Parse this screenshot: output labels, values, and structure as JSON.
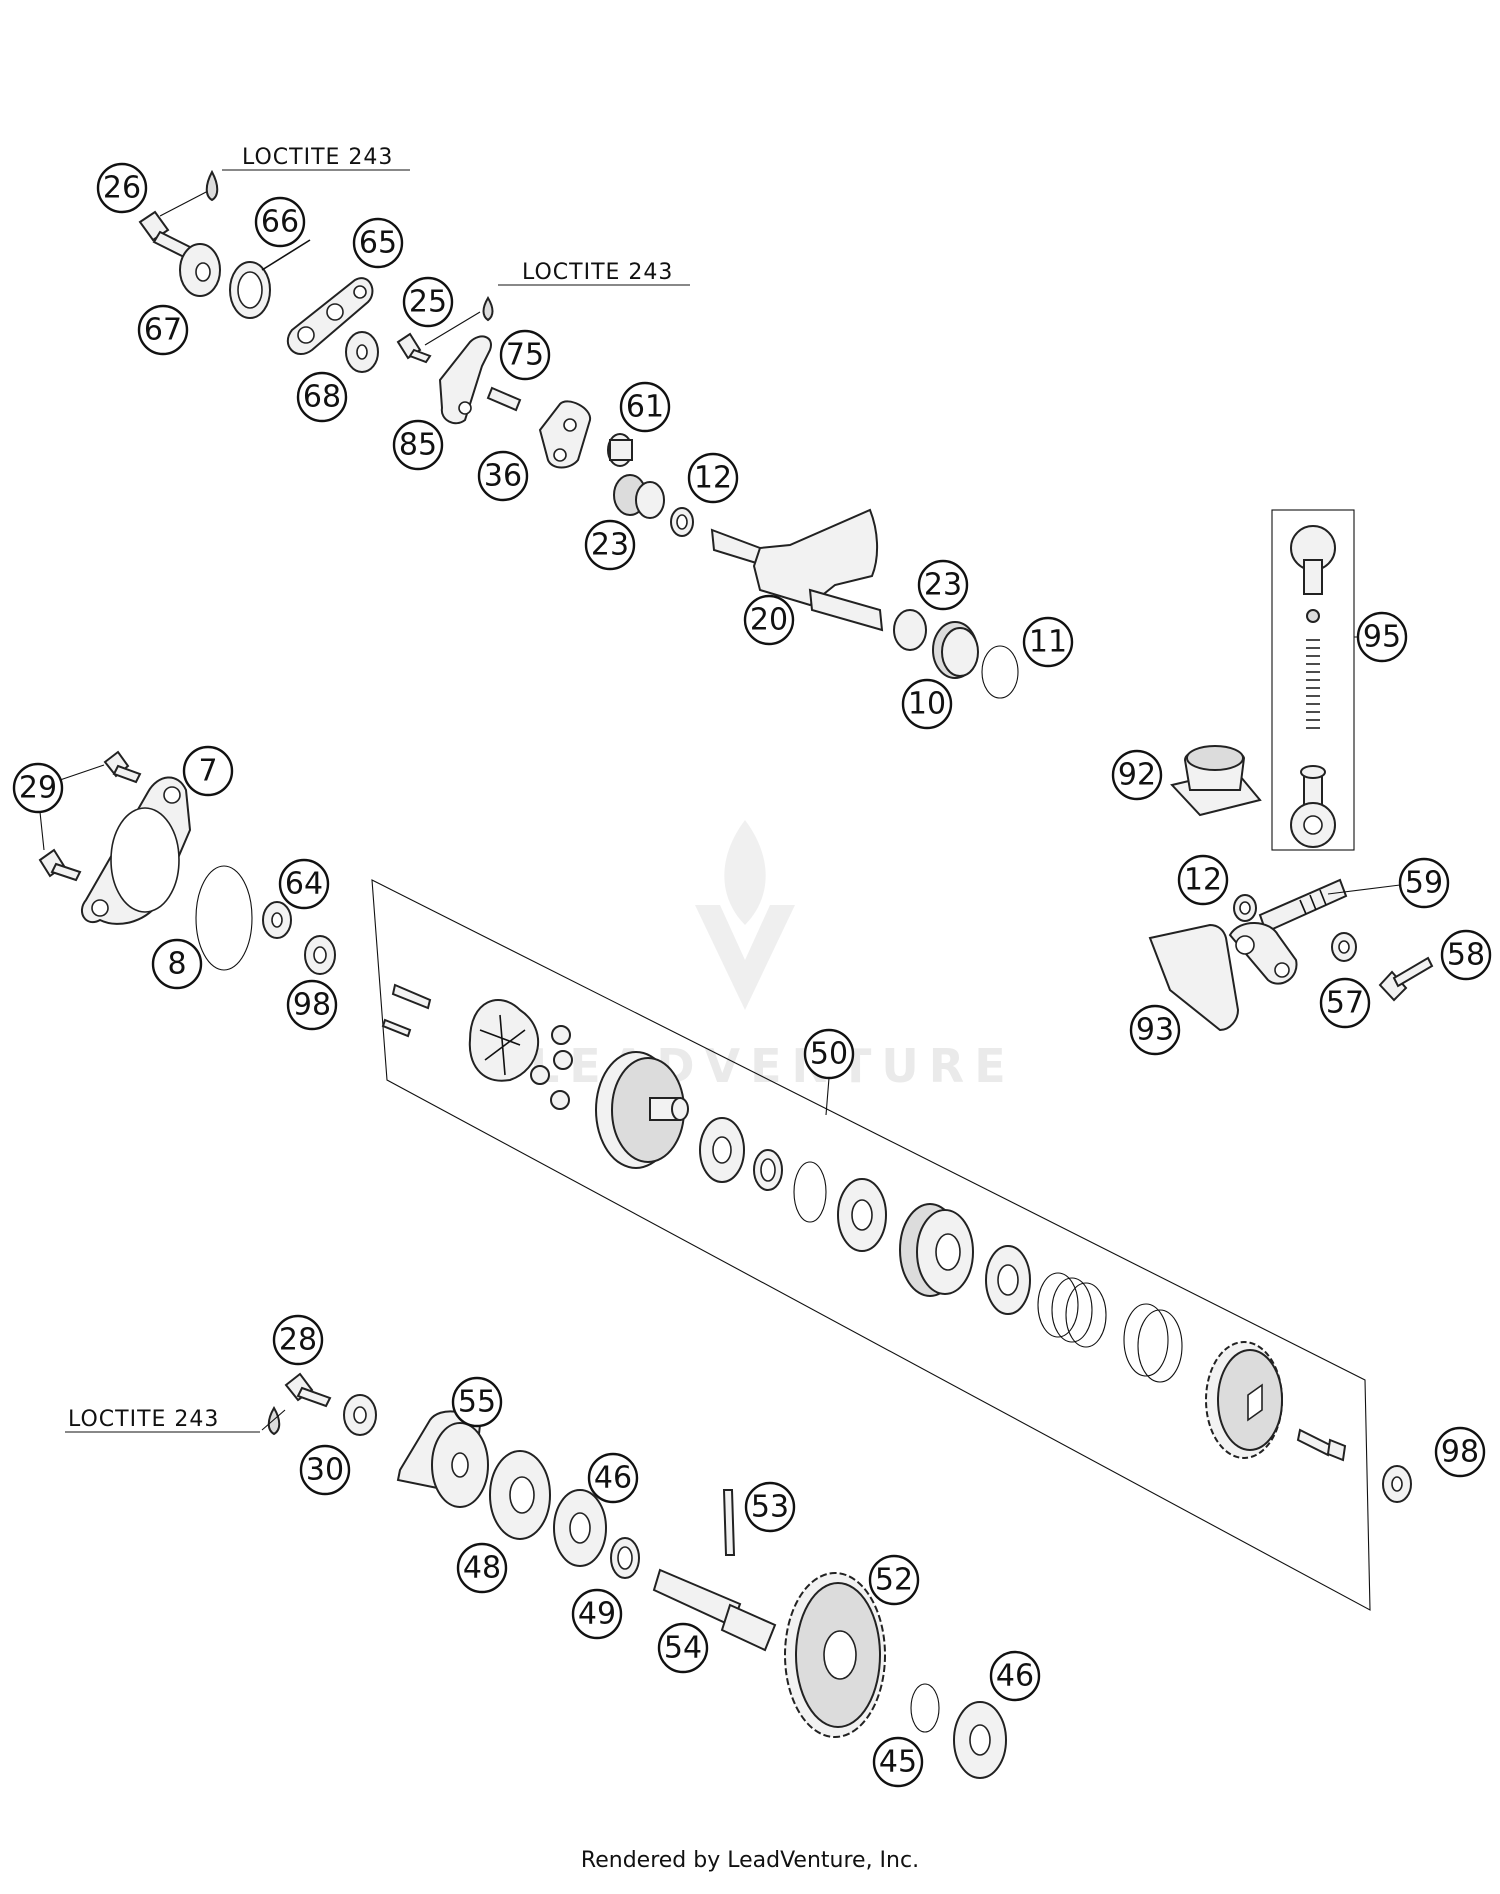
{
  "notes": {
    "loctite_a": "LOCTITE 243",
    "loctite_b": "LOCTITE 243",
    "loctite_c": "LOCTITE 243"
  },
  "watermark": {
    "text": "LEADVENTURE"
  },
  "footer": {
    "text": "Rendered by LeadVenture, Inc."
  },
  "callouts": {
    "c26": "26",
    "c66": "66",
    "c65": "65",
    "c67": "67",
    "c25": "25",
    "c75": "75",
    "c68": "68",
    "c61": "61",
    "c85": "85",
    "c36": "36",
    "c12a": "12",
    "c23a": "23",
    "c23b": "23",
    "c20": "20",
    "c11": "11",
    "c10": "10",
    "c95": "95",
    "c92": "92",
    "c29": "29",
    "c7": "7",
    "c64": "64",
    "c8": "8",
    "c98a": "98",
    "c12b": "12",
    "c59": "59",
    "c58": "58",
    "c57": "57",
    "c93": "93",
    "c50": "50",
    "c28": "28",
    "c55": "55",
    "c30": "30",
    "c46a": "46",
    "c53": "53",
    "c48": "48",
    "c49": "49",
    "c52": "52",
    "c54": "54",
    "c46b": "46",
    "c45": "45",
    "c98b": "98"
  }
}
